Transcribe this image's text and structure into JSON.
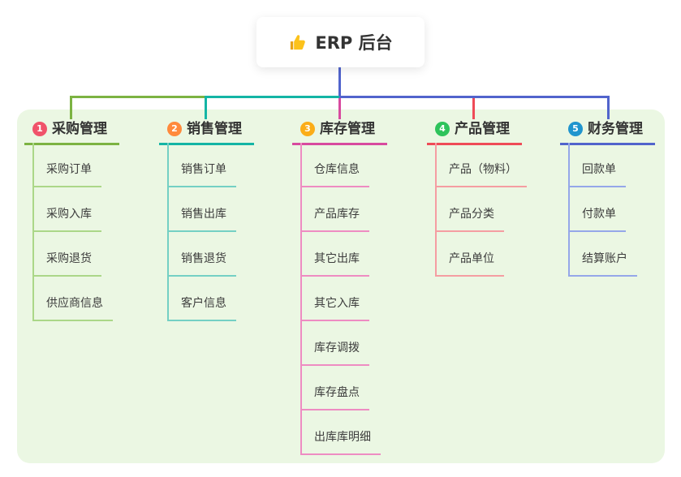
{
  "root": {
    "label": "ERP 后台",
    "line_color": "#5164cc"
  },
  "panel_bg": "#ebf7e3",
  "bus": {
    "segment_left_color": "#7cb342",
    "segment_mid_color": "#14b5a5",
    "segment_right_color": "#5164cc"
  },
  "branches": [
    {
      "badge": "1",
      "title": "采购管理",
      "colors": {
        "badge": "#f0536a",
        "main": "#7cb342",
        "light": "#abd788"
      },
      "children": [
        "采购订单",
        "采购入库",
        "采购退货",
        "供应商信息"
      ]
    },
    {
      "badge": "2",
      "title": "销售管理",
      "colors": {
        "badge": "#ff8a3c",
        "main": "#14b5a5",
        "light": "#74d0c4"
      },
      "children": [
        "销售订单",
        "销售出库",
        "销售退货",
        "客户信息"
      ]
    },
    {
      "badge": "3",
      "title": "库存管理",
      "colors": {
        "badge": "#fbad18",
        "main": "#d84a9f",
        "light": "#ee8cc2"
      },
      "children": [
        "仓库信息",
        "产品库存",
        "其它出库",
        "其它入库",
        "库存调拨",
        "库存盘点",
        "出库库明细"
      ]
    },
    {
      "badge": "4",
      "title": "产品管理",
      "colors": {
        "badge": "#2ec35b",
        "main": "#ef4b57",
        "light": "#f59da2"
      },
      "children": [
        "产品（物料）",
        "产品分类",
        "产品单位"
      ]
    },
    {
      "badge": "5",
      "title": "财务管理",
      "colors": {
        "badge": "#2095ce",
        "main": "#5164cc",
        "light": "#95a7e9"
      },
      "children": [
        "回款单",
        "付款单",
        "结算账户"
      ]
    }
  ]
}
